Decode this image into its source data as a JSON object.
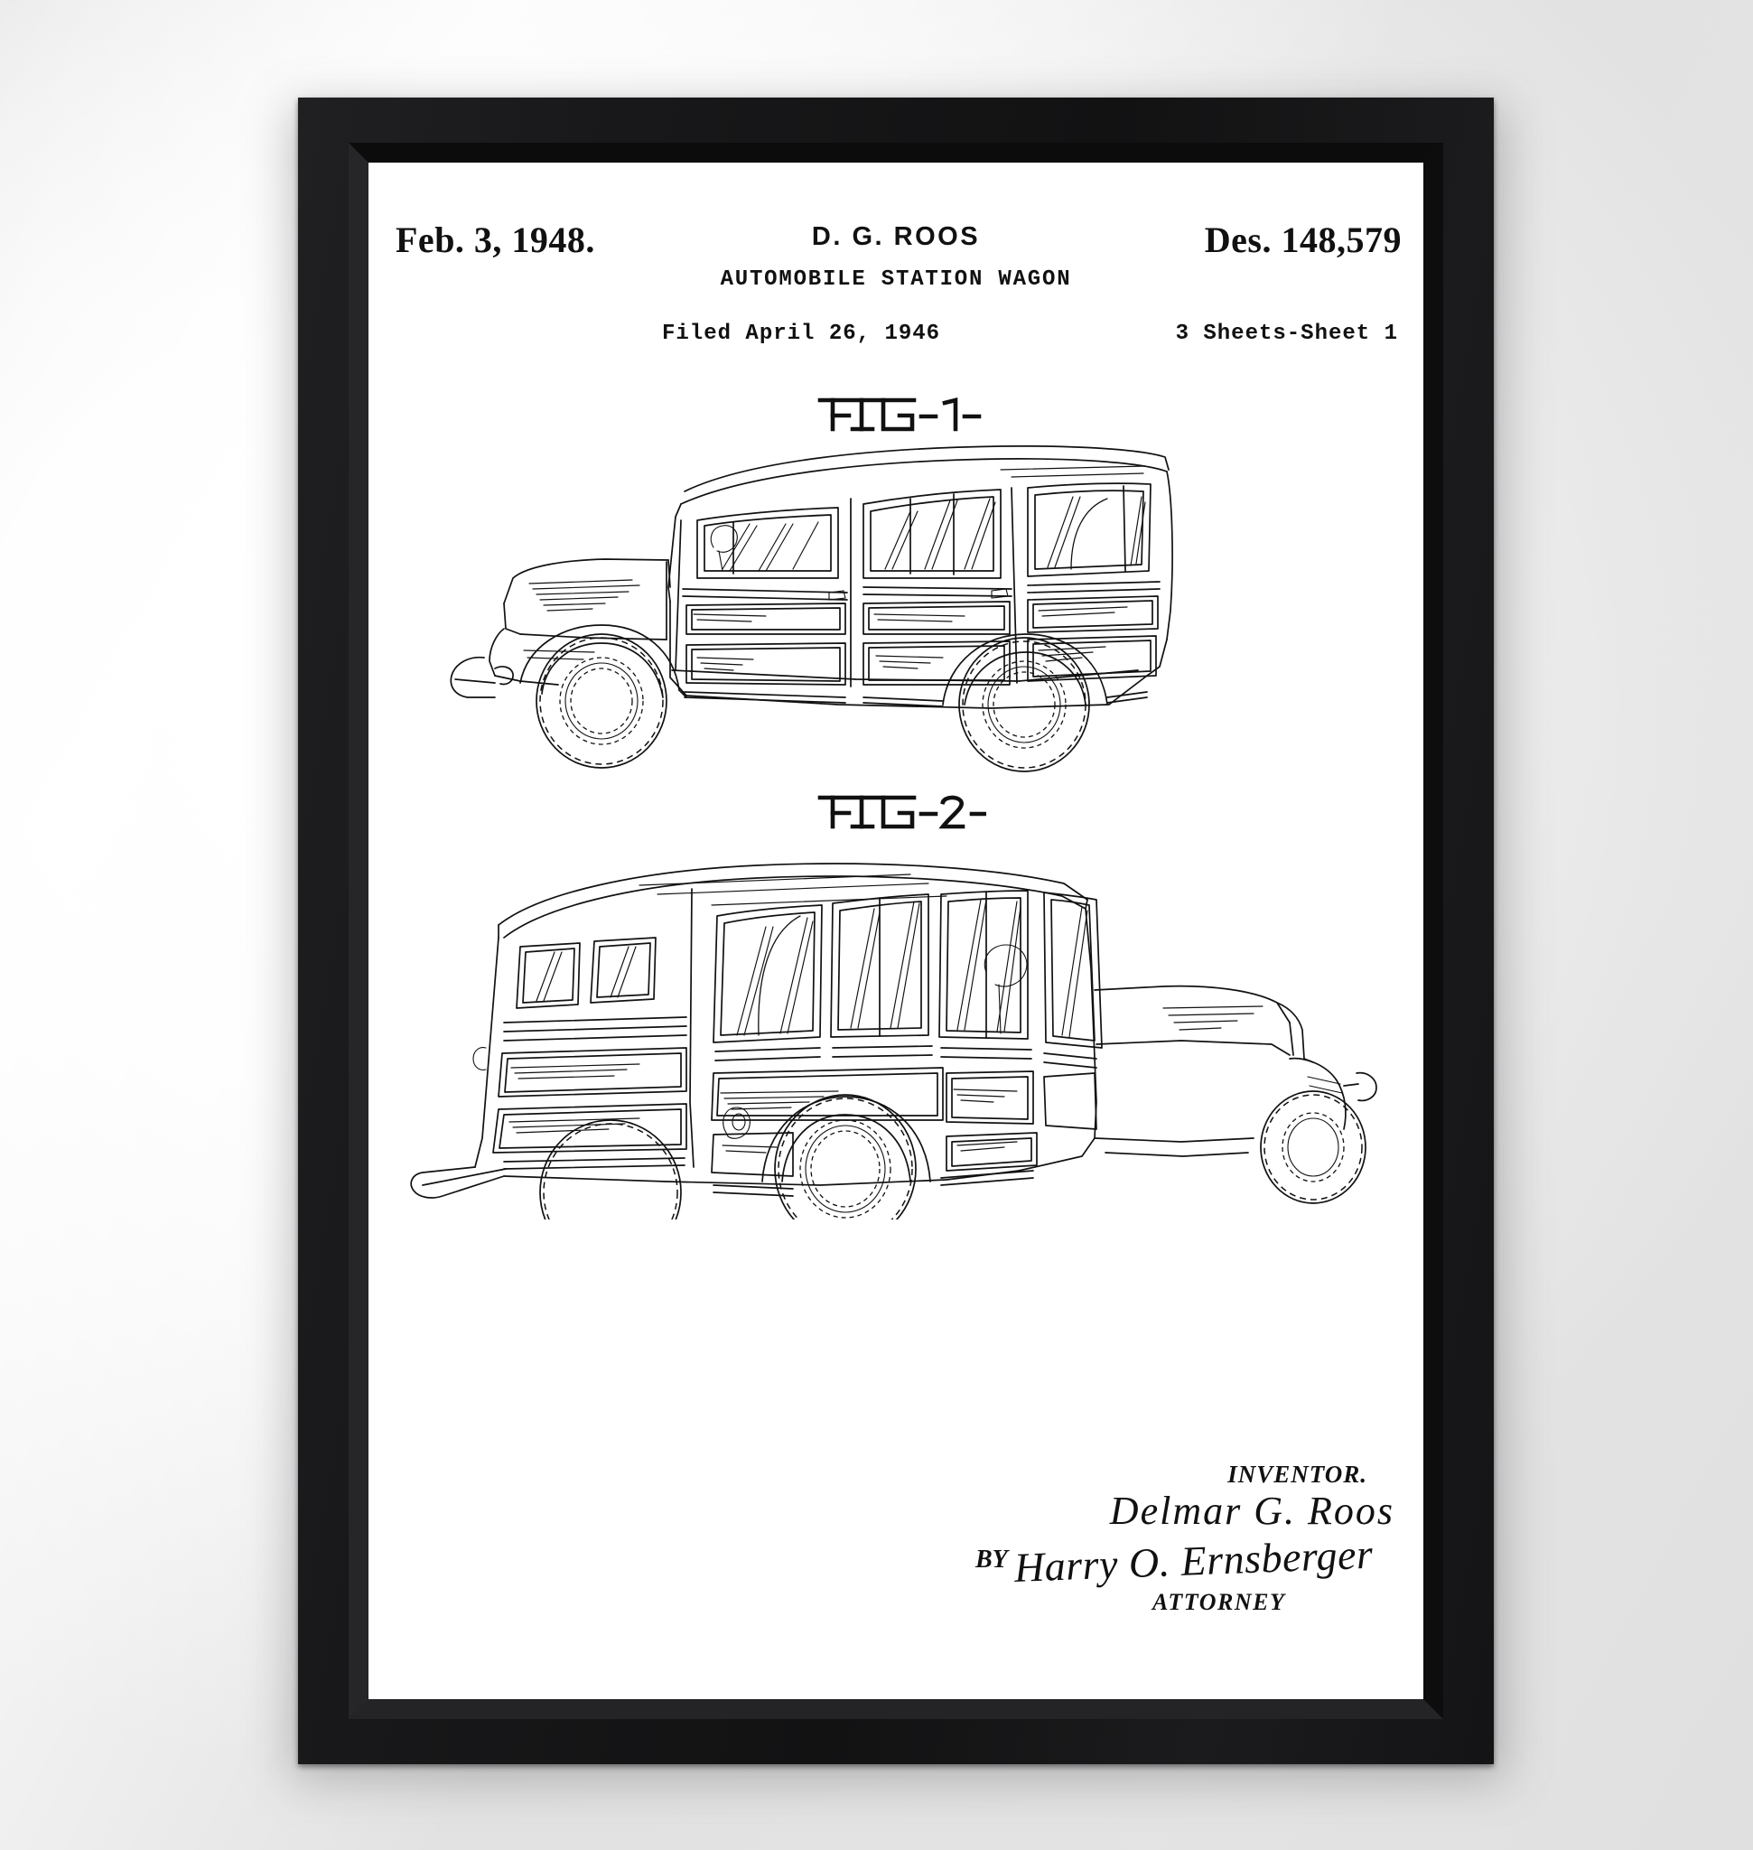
{
  "artwork": {
    "kind": "framed-patent-print",
    "frame_color": "#151516",
    "mat_color": "#ffffff",
    "ink_color": "#111111",
    "wall_color": "#efefef"
  },
  "patent": {
    "header": {
      "issue_date": "Feb. 3, 1948.",
      "inventor_initials": "D. G. ROOS",
      "patent_number": "Des. 148,579",
      "title": "AUTOMOBILE STATION WAGON",
      "filed": "Filed April 26, 1946",
      "sheets": "3 Sheets-Sheet 1"
    },
    "figures": [
      {
        "caption": "FIG-1-",
        "caption_glyph_text": "FIG-1-",
        "subject": "automobile station wagon, front three-quarter left side elevation"
      },
      {
        "caption": "FIG-2-",
        "caption_glyph_text": "FIG-2-",
        "subject": "automobile station wagon, rear three-quarter left side elevation"
      }
    ],
    "signature": {
      "inventor_label": "INVENTOR.",
      "inventor_name": "Delmar G. Roos",
      "by_label": "BY",
      "attorney_name": "Harry O. Ernsberger",
      "attorney_label": "ATTORNEY"
    }
  }
}
